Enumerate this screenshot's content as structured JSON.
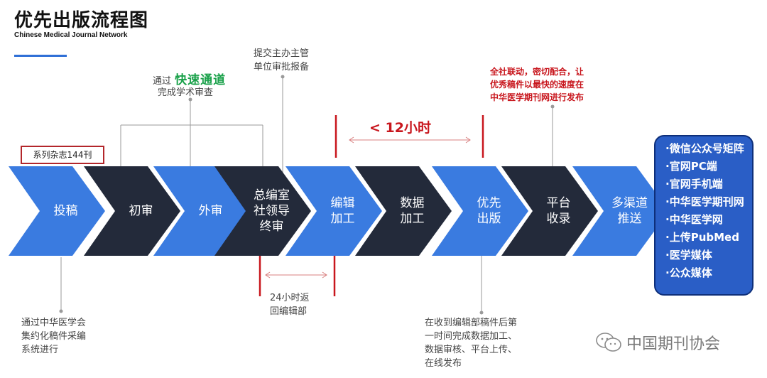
{
  "header": {
    "title": "优先出版流程图",
    "subtitle": "Chinese Medical Journal Network"
  },
  "badge": "系列杂志144刊",
  "steps": [
    {
      "lines": [
        "投稿"
      ],
      "color": "#3a7be0"
    },
    {
      "lines": [
        "初审"
      ],
      "color": "#232a3a"
    },
    {
      "lines": [
        "外审"
      ],
      "color": "#3a7be0"
    },
    {
      "lines": [
        "总编室",
        "社领导",
        "终审"
      ],
      "color": "#232a3a"
    },
    {
      "lines": [
        "编辑",
        "加工"
      ],
      "color": "#3a7be0"
    },
    {
      "lines": [
        "数据",
        "加工"
      ],
      "color": "#232a3a"
    },
    {
      "lines": [
        "优先",
        "出版"
      ],
      "color": "#3a7be0"
    },
    {
      "lines": [
        "平台",
        "收录"
      ],
      "color": "#232a3a"
    },
    {
      "lines": [
        "多渠道",
        "推送"
      ],
      "color": "#3a7be0"
    }
  ],
  "notes": {
    "fast_prefix": "通过",
    "fast_highlight": "快速通道",
    "fast_line2": "完成学术审查",
    "submit_line1": "提交主办主管",
    "submit_line2": "单位审批报备",
    "red_line1": "全社联动，密切配合，让",
    "red_line2": "优秀稿件以最快的速度在",
    "red_line3": "中华医学期刊网进行发布",
    "time_label": "< 12小时",
    "return_line1": "24小时返",
    "return_line2": "回编辑部",
    "bottom_left_line1": "通过中华医学会",
    "bottom_left_line2": "集约化稿件采编",
    "bottom_left_line3": "系统进行",
    "bottom_right_line1": "在收到编辑部稿件后第",
    "bottom_right_line2": "一时间完成数据加工、",
    "bottom_right_line3": "数据审核、平台上传、",
    "bottom_right_line4": "在线发布"
  },
  "channels": [
    "·微信公众号矩阵",
    "·官网PC端",
    "·官网手机端",
    "·中华医学期刊网",
    "·中华医学网",
    "·上传PubMed",
    "·医学媒体",
    "·公众媒体"
  ],
  "watermark": "中国期刊协会",
  "colors": {
    "blue": "#3a7be0",
    "dark": "#232a3a",
    "red": "#c8161d",
    "green": "#1aa14a",
    "panel": "#2a5ec6"
  }
}
